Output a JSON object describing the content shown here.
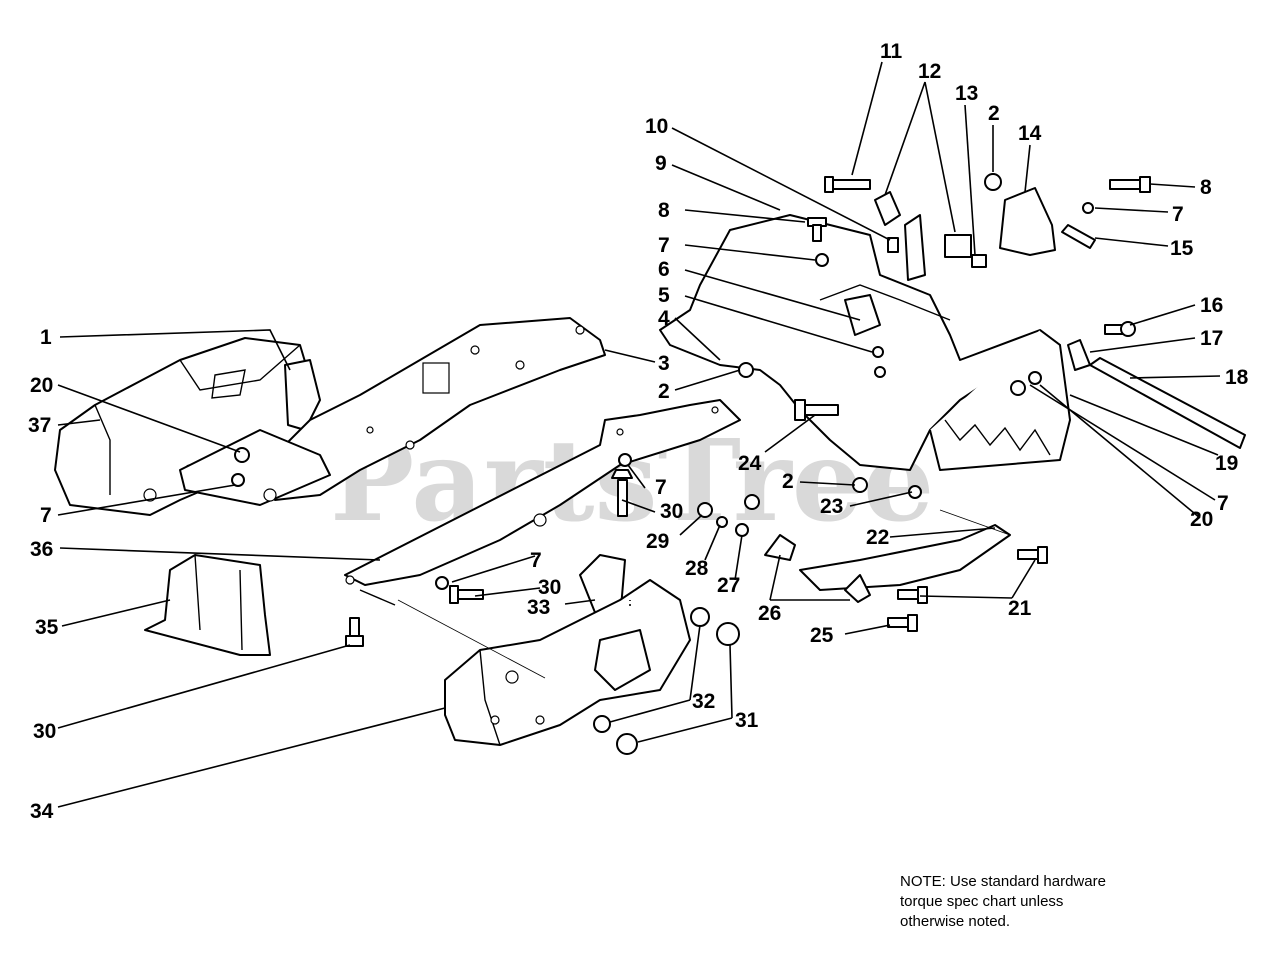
{
  "watermark": "PartsTree",
  "trademark": "™",
  "note": {
    "line1": "NOTE: Use standard hardware",
    "line2": "torque spec chart unless",
    "line3": "otherwise noted."
  },
  "callouts": [
    {
      "id": "c11",
      "label": "11"
    },
    {
      "id": "c12",
      "label": "12"
    },
    {
      "id": "c13",
      "label": "13"
    },
    {
      "id": "c2a",
      "label": "2"
    },
    {
      "id": "c14",
      "label": "14"
    },
    {
      "id": "c10",
      "label": "10"
    },
    {
      "id": "c9",
      "label": "9"
    },
    {
      "id": "c8a",
      "label": "8"
    },
    {
      "id": "c8b",
      "label": "8"
    },
    {
      "id": "c7a",
      "label": "7"
    },
    {
      "id": "c7b",
      "label": "7"
    },
    {
      "id": "c15",
      "label": "15"
    },
    {
      "id": "c6",
      "label": "6"
    },
    {
      "id": "c5",
      "label": "5"
    },
    {
      "id": "c4",
      "label": "4"
    },
    {
      "id": "c16",
      "label": "16"
    },
    {
      "id": "c17",
      "label": "17"
    },
    {
      "id": "c18",
      "label": "18"
    },
    {
      "id": "c1",
      "label": "1"
    },
    {
      "id": "c3",
      "label": "3"
    },
    {
      "id": "c2b",
      "label": "2"
    },
    {
      "id": "c20a",
      "label": "20"
    },
    {
      "id": "c37",
      "label": "37"
    },
    {
      "id": "c19",
      "label": "19"
    },
    {
      "id": "c24",
      "label": "24"
    },
    {
      "id": "c7c",
      "label": "7"
    },
    {
      "id": "c20b",
      "label": "20"
    },
    {
      "id": "c7d",
      "label": "7"
    },
    {
      "id": "c2c",
      "label": "2"
    },
    {
      "id": "c23",
      "label": "23"
    },
    {
      "id": "c7e",
      "label": "7"
    },
    {
      "id": "c30a",
      "label": "30"
    },
    {
      "id": "c29",
      "label": "29"
    },
    {
      "id": "c36",
      "label": "36"
    },
    {
      "id": "c22",
      "label": "22"
    },
    {
      "id": "c28",
      "label": "28"
    },
    {
      "id": "c27",
      "label": "27"
    },
    {
      "id": "c7f",
      "label": "7"
    },
    {
      "id": "c30b",
      "label": "30"
    },
    {
      "id": "c35",
      "label": "35"
    },
    {
      "id": "c33",
      "label": "33"
    },
    {
      "id": "c26",
      "label": "26"
    },
    {
      "id": "c21",
      "label": "21"
    },
    {
      "id": "c25",
      "label": "25"
    },
    {
      "id": "c30c",
      "label": "30"
    },
    {
      "id": "c32",
      "label": "32"
    },
    {
      "id": "c31",
      "label": "31"
    },
    {
      "id": "c34",
      "label": "34"
    }
  ]
}
